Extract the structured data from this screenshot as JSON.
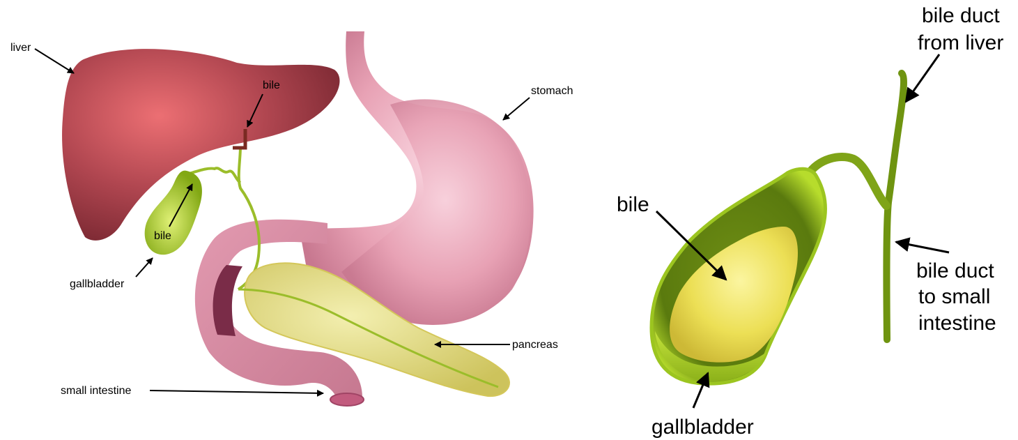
{
  "left_diagram": {
    "labels": {
      "liver": "liver",
      "bile_top": "bile",
      "stomach": "stomach",
      "bile_gallbladder": "bile",
      "gallbladder": "gallbladder",
      "pancreas": "pancreas",
      "small_intestine": "small intestine"
    }
  },
  "right_diagram": {
    "labels": {
      "bile_duct_from_liver_line1": "bile duct",
      "bile_duct_from_liver_line2": "from liver",
      "bile": "bile",
      "bile_duct_to_si_line1": "bile duct",
      "bile_duct_to_si_line2": "to small",
      "bile_duct_to_si_line3": "intestine",
      "gallbladder": "gallbladder"
    }
  },
  "colors": {
    "liver": "#9b3a45",
    "stomach": "#e7a3b5",
    "gallbladder": "#a9cc1e",
    "bile": "#e8dd5a",
    "pancreas": "#e7e08a",
    "duct": "#8aa820"
  }
}
